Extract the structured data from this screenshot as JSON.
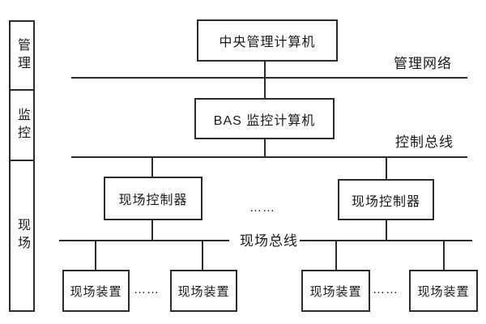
{
  "sidebar": {
    "sections": [
      {
        "label": "管理"
      },
      {
        "label": "监控"
      },
      {
        "label": "现场"
      }
    ]
  },
  "nodes": {
    "central_computer": "中央管理计算机",
    "bas_computer": "BAS 监控计算机",
    "field_controller_left": "现场控制器",
    "field_controller_right": "现场控制器",
    "field_device_1": "现场装置",
    "field_device_2": "现场装置",
    "field_device_3": "现场装置",
    "field_device_4": "现场装置"
  },
  "bus_labels": {
    "management_network": "管理网络",
    "control_bus": "控制总线",
    "field_bus": "现场总线"
  },
  "ellipsis": {
    "controllers": "……",
    "devices_left": "……",
    "devices_right": "……"
  },
  "colors": {
    "line": "#2b2b2b",
    "background": "#ffffff",
    "text": "#1a1a1a"
  }
}
